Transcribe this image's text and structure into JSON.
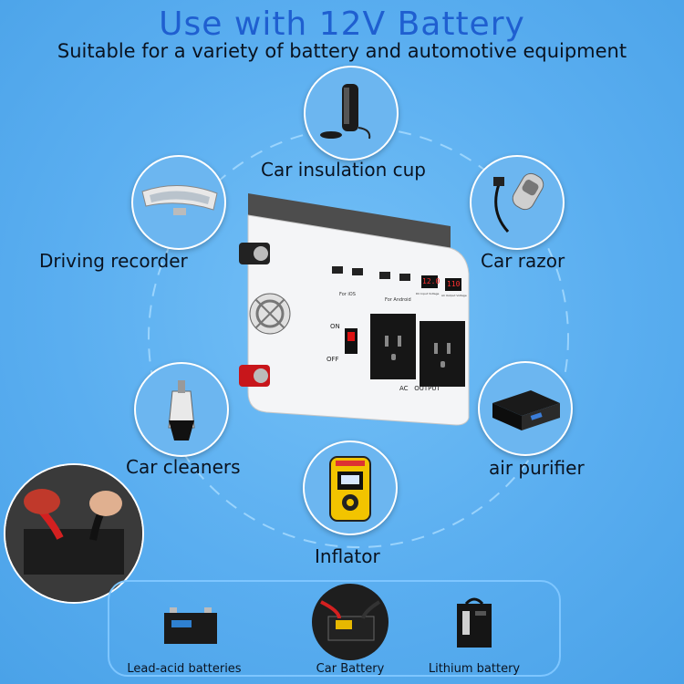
{
  "header": {
    "title": "Use with 12V Battery",
    "subtitle": "Suitable for a variety of battery and automotive equipment"
  },
  "devices": [
    {
      "label": "Car insulation cup",
      "icon": "insulation-cup-icon"
    },
    {
      "label": "Car razor",
      "icon": "razor-icon"
    },
    {
      "label": "air purifier",
      "icon": "air-purifier-icon"
    },
    {
      "label": "Inflator",
      "icon": "inflator-icon"
    },
    {
      "label": "Car cleaners",
      "icon": "vacuum-icon"
    },
    {
      "label": "Driving recorder",
      "icon": "driving-recorder-icon"
    }
  ],
  "inverter": {
    "usb_ios": "For iOS",
    "usb_android": "For Android",
    "display_in": "12.0",
    "display_out": "110",
    "display_in_label": "DC Input Voltage",
    "display_out_label": "AC Output Voltage",
    "switch_on": "ON",
    "switch_off": "OFF",
    "output_label": "AC   OUTPUT"
  },
  "batteries": [
    {
      "label": "Lead-acid batteries"
    },
    {
      "label": "Car Battery"
    },
    {
      "label": "Lithium battery"
    }
  ],
  "colors": {
    "background": "#5aaef0",
    "title": "#1f5fd0",
    "text": "#0a1320",
    "accent": "#7ec6ff"
  }
}
